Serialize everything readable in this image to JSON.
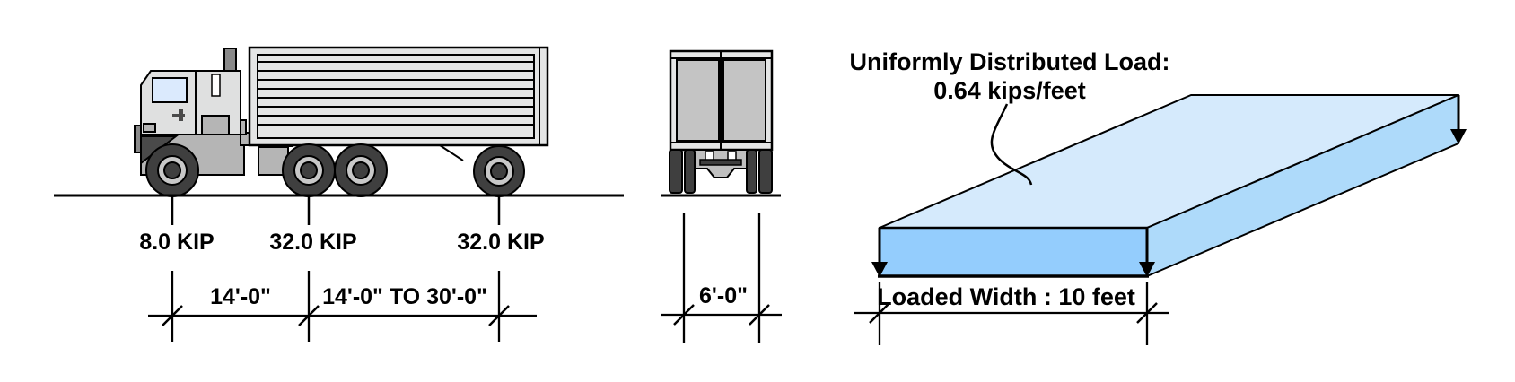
{
  "side_view": {
    "axle_loads": [
      {
        "label": "8.0 KIP"
      },
      {
        "label": "32.0 KIP"
      },
      {
        "label": "32.0 KIP"
      }
    ],
    "spacing_labels": [
      {
        "label": "14'-0\""
      },
      {
        "label": "14'-0\" TO 30'-0\""
      }
    ]
  },
  "rear_view": {
    "wheel_spacing_label": "6'-0\""
  },
  "distributed_load": {
    "title_line1": "Uniformly Distributed Load:",
    "title_line2": "0.64 kips/feet",
    "width_label": "Loaded Width : 10 feet"
  },
  "colors": {
    "line": "#000000",
    "truck_body_light": "#e4e5e5",
    "truck_body_mid": "#b5b5b5",
    "truck_body_dark": "#8a8a8a",
    "tire": "#3f3f3f",
    "wheel_hub": "#c8c8c8",
    "window": "#dbeafd",
    "slab_top": "#d5eafc",
    "slab_side": "#aedafa",
    "slab_front": "#94cdfd"
  }
}
